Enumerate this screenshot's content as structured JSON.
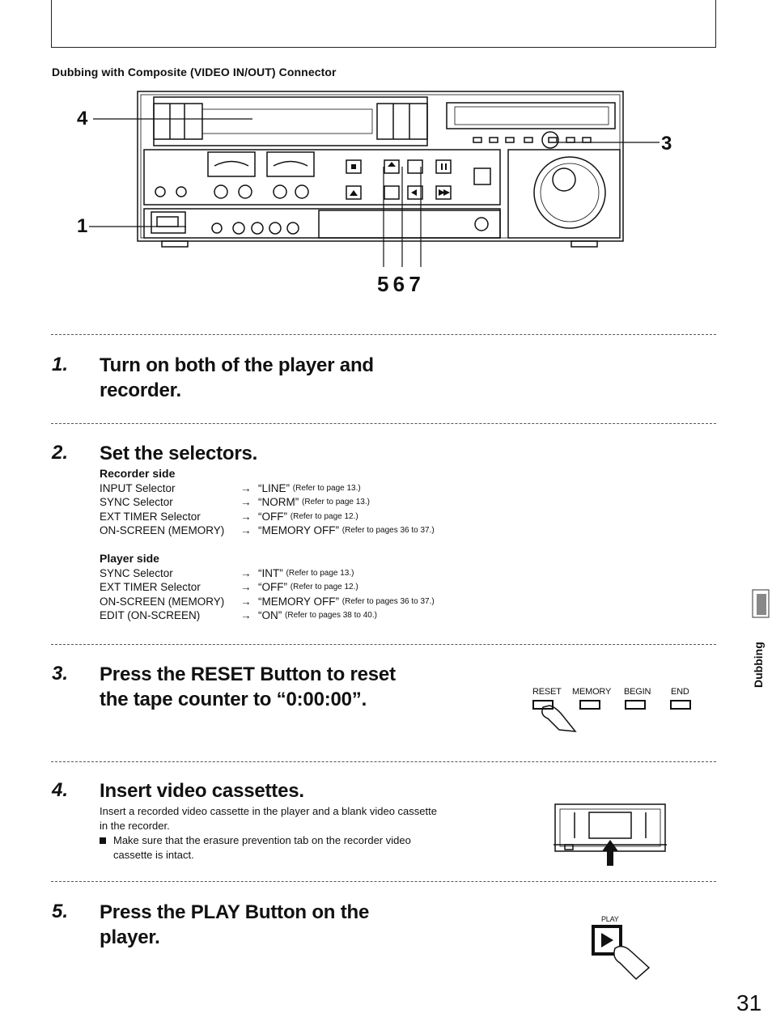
{
  "subheading": "Dubbing with Composite (VIDEO IN/OUT) Connector",
  "callouts": {
    "c4": "4",
    "c1": "1",
    "c3": "3",
    "c567": "5 6 7"
  },
  "steps": [
    {
      "num": "1.",
      "title_line1": "Turn on both of the player and",
      "title_line2": "recorder."
    },
    {
      "num": "2.",
      "title_line1": "Set the selectors."
    },
    {
      "num": "3.",
      "title_line1": "Press the RESET Button to reset",
      "title_line2": "the tape counter to “0:00:00”."
    },
    {
      "num": "4.",
      "title_line1": "Insert video cassettes."
    },
    {
      "num": "5.",
      "title_line1": "Press the PLAY Button on the",
      "title_line2": "player."
    }
  ],
  "recorder_side": {
    "heading": "Recorder side",
    "rows": [
      {
        "label": "INPUT Selector",
        "arrow": "→",
        "value": "“LINE”",
        "ref": "(Refer to page 13.)"
      },
      {
        "label": "SYNC Selector",
        "arrow": "→",
        "value": "“NORM”",
        "ref": "(Refer to page 13.)"
      },
      {
        "label": "EXT TIMER Selector",
        "arrow": "→",
        "value": "“OFF”",
        "ref": "(Refer to page 12.)"
      },
      {
        "label": "ON-SCREEN (MEMORY)",
        "arrow": "→",
        "value": "“MEMORY OFF”",
        "ref": "(Refer to pages 36 to 37.)"
      }
    ]
  },
  "player_side": {
    "heading": "Player side",
    "rows": [
      {
        "label": "SYNC Selector",
        "arrow": "→",
        "value": "“INT”",
        "ref": "(Refer to page 13.)"
      },
      {
        "label": "EXT TIMER Selector",
        "arrow": "→",
        "value": "“OFF”",
        "ref": "(Refer to page 12.)"
      },
      {
        "label": "ON-SCREEN (MEMORY)",
        "arrow": "→",
        "value": "“MEMORY OFF”",
        "ref": "(Refer to pages 36 to 37.)"
      },
      {
        "label": "EDIT (ON-SCREEN)",
        "arrow": "→",
        "value": "“ON”",
        "ref": "(Refer to pages 38 to 40.)"
      }
    ]
  },
  "counter_buttons": {
    "reset": "RESET",
    "memory": "MEMORY",
    "begin": "BEGIN",
    "end": "END"
  },
  "step4_text": "Insert a recorded video cassette in the player and a blank video cassette in the recorder.",
  "step4_bullet": "Make sure that the erasure prevention tab on the recorder video cassette is intact.",
  "play_label": "PLAY",
  "side_tab": "Dubbing",
  "page_number": "31"
}
